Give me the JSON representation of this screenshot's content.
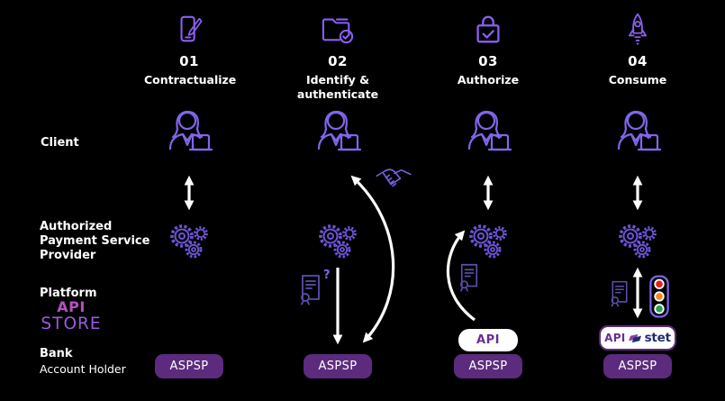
{
  "title": "Open banking API consumption steps diagram",
  "steps": [
    {
      "number": "01",
      "label": "Contractualize",
      "icon": "phone-edit-icon"
    },
    {
      "number": "02",
      "label": "Identify & authenticate",
      "icon": "folder-check-icon"
    },
    {
      "number": "03",
      "label": "Authorize",
      "icon": "lock-check-icon"
    },
    {
      "number": "04",
      "label": "Consume",
      "icon": "rocket-icon"
    }
  ],
  "rows": {
    "client": {
      "label": "Client",
      "icon": "client-woman-laptop-icon"
    },
    "apsp": {
      "label": "Authorized Payment Service Provider",
      "icon": "gears-icon"
    },
    "platform": {
      "label": "Platform",
      "brand": {
        "line1": "API",
        "line2": "STORE"
      }
    },
    "bank": {
      "label": "Bank",
      "sublabel": "Account Holder"
    }
  },
  "pills": {
    "aspsp": "ASPSP",
    "api": "API",
    "stet": "stet"
  },
  "annotations": {
    "question_mark": "?",
    "handshake": "handshake-icon",
    "certificate": "certificate-icon",
    "traffic_light": "traffic-light-icon"
  },
  "colors": {
    "background": "#000000",
    "accent_purple": "#8265ec",
    "dim_purple": "#5a4fae",
    "pill_purple": "#5c2b7d",
    "api_text_purple": "#6b2d8f",
    "stet_navy": "#212c6e",
    "brand_api": "#b352c0",
    "brand_store": "#9a5ae0",
    "arrow_white": "#ffffff",
    "traffic_red": "#e02020",
    "traffic_amber": "#f08c1e",
    "traffic_green": "#28a05a"
  }
}
